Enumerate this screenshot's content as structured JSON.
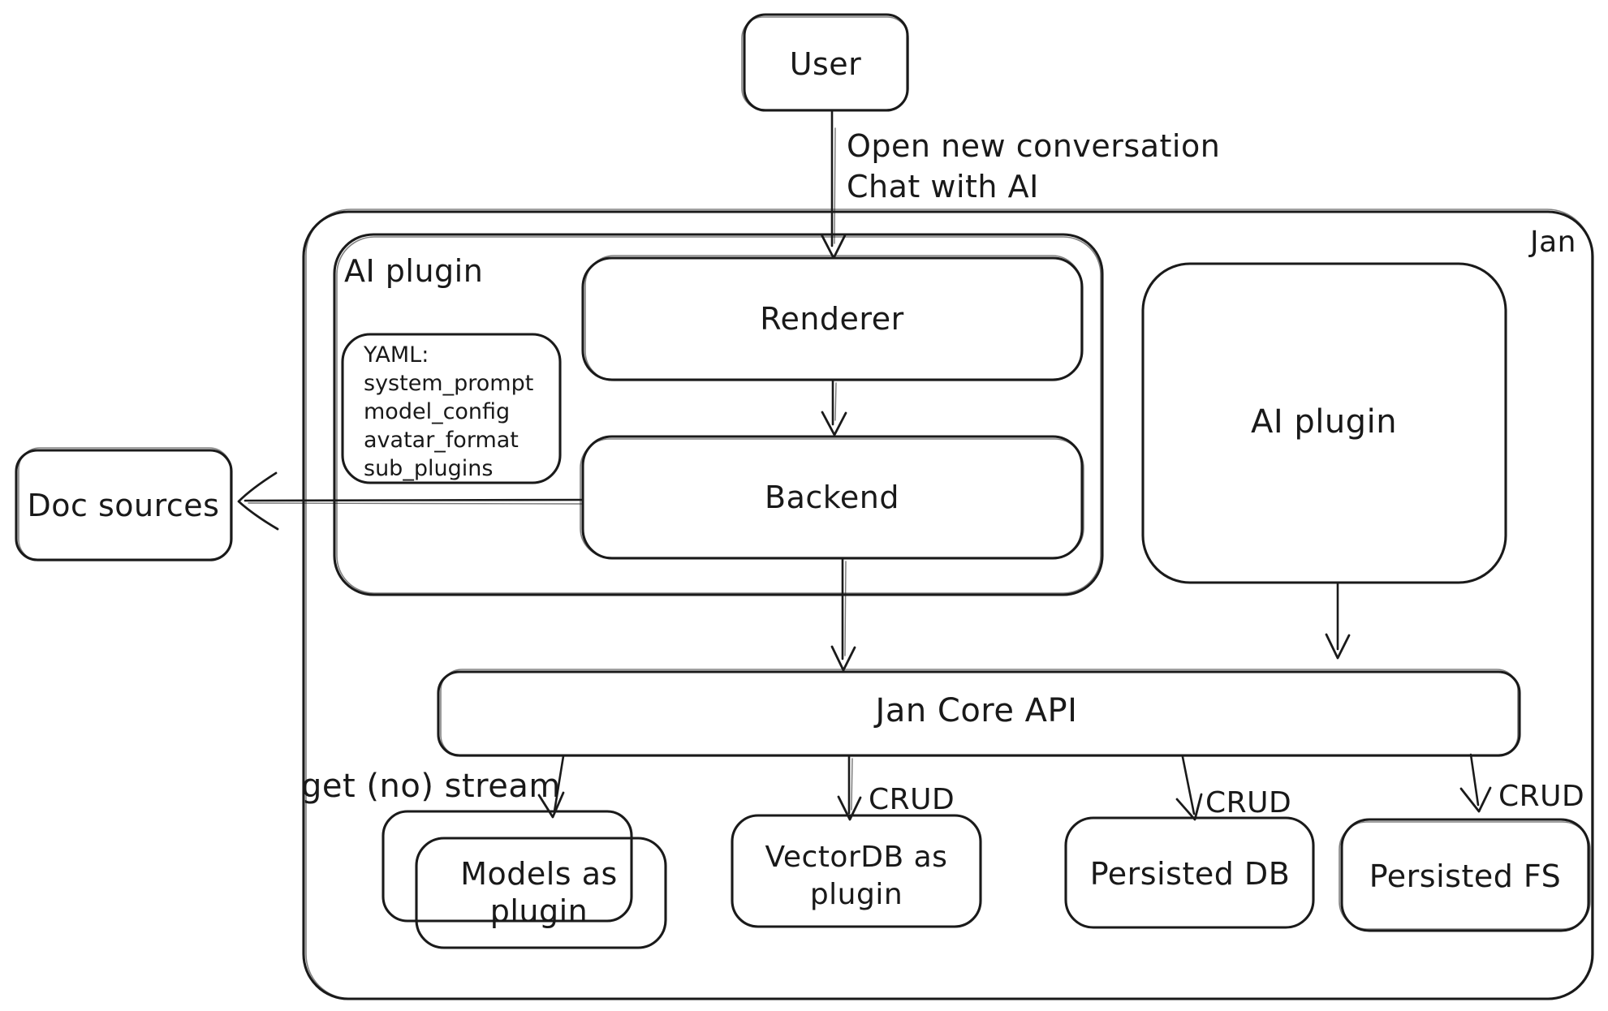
{
  "colors": {
    "background": "#ffffff",
    "stroke": "#1a1a1a",
    "text": "#191919"
  },
  "nodes": {
    "user": {
      "label": "User"
    },
    "jan_container": {
      "label": "Jan"
    },
    "ai_plugin_left": {
      "label": "AI plugin"
    },
    "renderer": {
      "label": "Renderer"
    },
    "yaml_note": {
      "lines": [
        "YAML:",
        "system_prompt",
        "model_config",
        "avatar_format",
        "sub_plugins"
      ]
    },
    "backend": {
      "label": "Backend"
    },
    "doc_sources": {
      "label": "Doc sources"
    },
    "ai_plugin_right": {
      "label": "AI plugin"
    },
    "jan_core_api": {
      "label": "Jan Core API"
    },
    "models_as_plugin": {
      "lines": [
        "Models as",
        "plugin"
      ]
    },
    "vectordb_as_plugin": {
      "lines": [
        "VectorDB as",
        "plugin"
      ]
    },
    "persisted_db": {
      "label": "Persisted DB"
    },
    "persisted_fs": {
      "label": "Persisted FS"
    }
  },
  "edges": {
    "user_to_renderer": {
      "label_lines": [
        "Open new conversation",
        "Chat with AI"
      ]
    },
    "jan_core_to_models": {
      "label": "get (no) stream"
    },
    "jan_core_to_vectordb": {
      "label": "CRUD"
    },
    "jan_core_to_persisted_db": {
      "label": "CRUD"
    },
    "jan_core_to_persisted_fs": {
      "label": "CRUD"
    }
  }
}
